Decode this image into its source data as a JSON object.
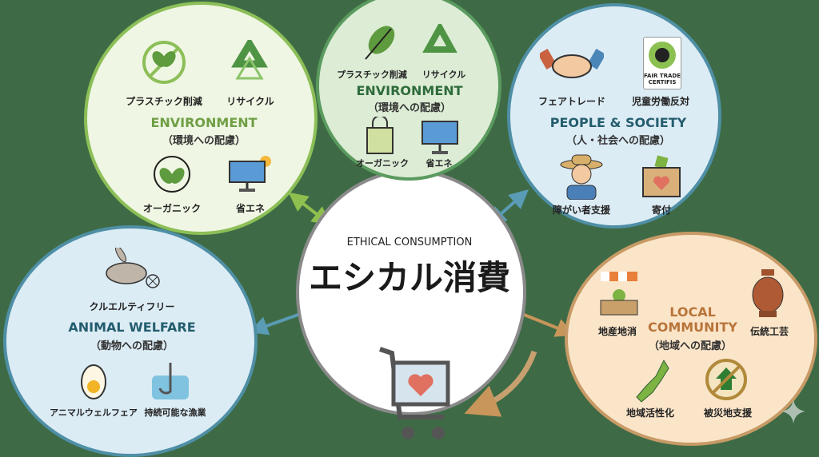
{
  "center": {
    "subtitle": "ETHICAL CONSUMPTION",
    "title": "エシカル消費"
  },
  "environment_left": {
    "title": "ENVIRONMENT",
    "subtitle": "（環境への配慮）",
    "items": [
      "プラスチック削減",
      "リサイクル",
      "オーガニック",
      "省エネ"
    ]
  },
  "environment_top": {
    "title": "ENVIRONMENT",
    "subtitle": "（環境への配慮）",
    "items": [
      "プラスチック削減",
      "リサイクル",
      "オーガニック",
      "省エネ"
    ]
  },
  "people": {
    "title": "PEOPLE & SOCIETY",
    "subtitle": "（人・社会への配慮）",
    "items": [
      "フェアトレード",
      "児童労働反対",
      "障がい者支援",
      "寄付"
    ],
    "badge": "FAIR TRADE CERTIFIS"
  },
  "animal": {
    "title": "ANIMAL WELFARE",
    "subtitle": "（動物への配慮）",
    "items": [
      "クルエルティフリー",
      "アニマルウェルフェア",
      "持続可能な漁業"
    ]
  },
  "local": {
    "title_line1": "LOCAL",
    "title_line2": "COMMUNITY",
    "subtitle": "（地域への配慮）",
    "items": [
      "地産地消",
      "伝統工芸",
      "地域活性化",
      "被災地支援"
    ]
  },
  "colors": {
    "background": "#3e6b46",
    "env": "#5e9a3e",
    "people": "#245d6e",
    "local": "#b8753a"
  }
}
